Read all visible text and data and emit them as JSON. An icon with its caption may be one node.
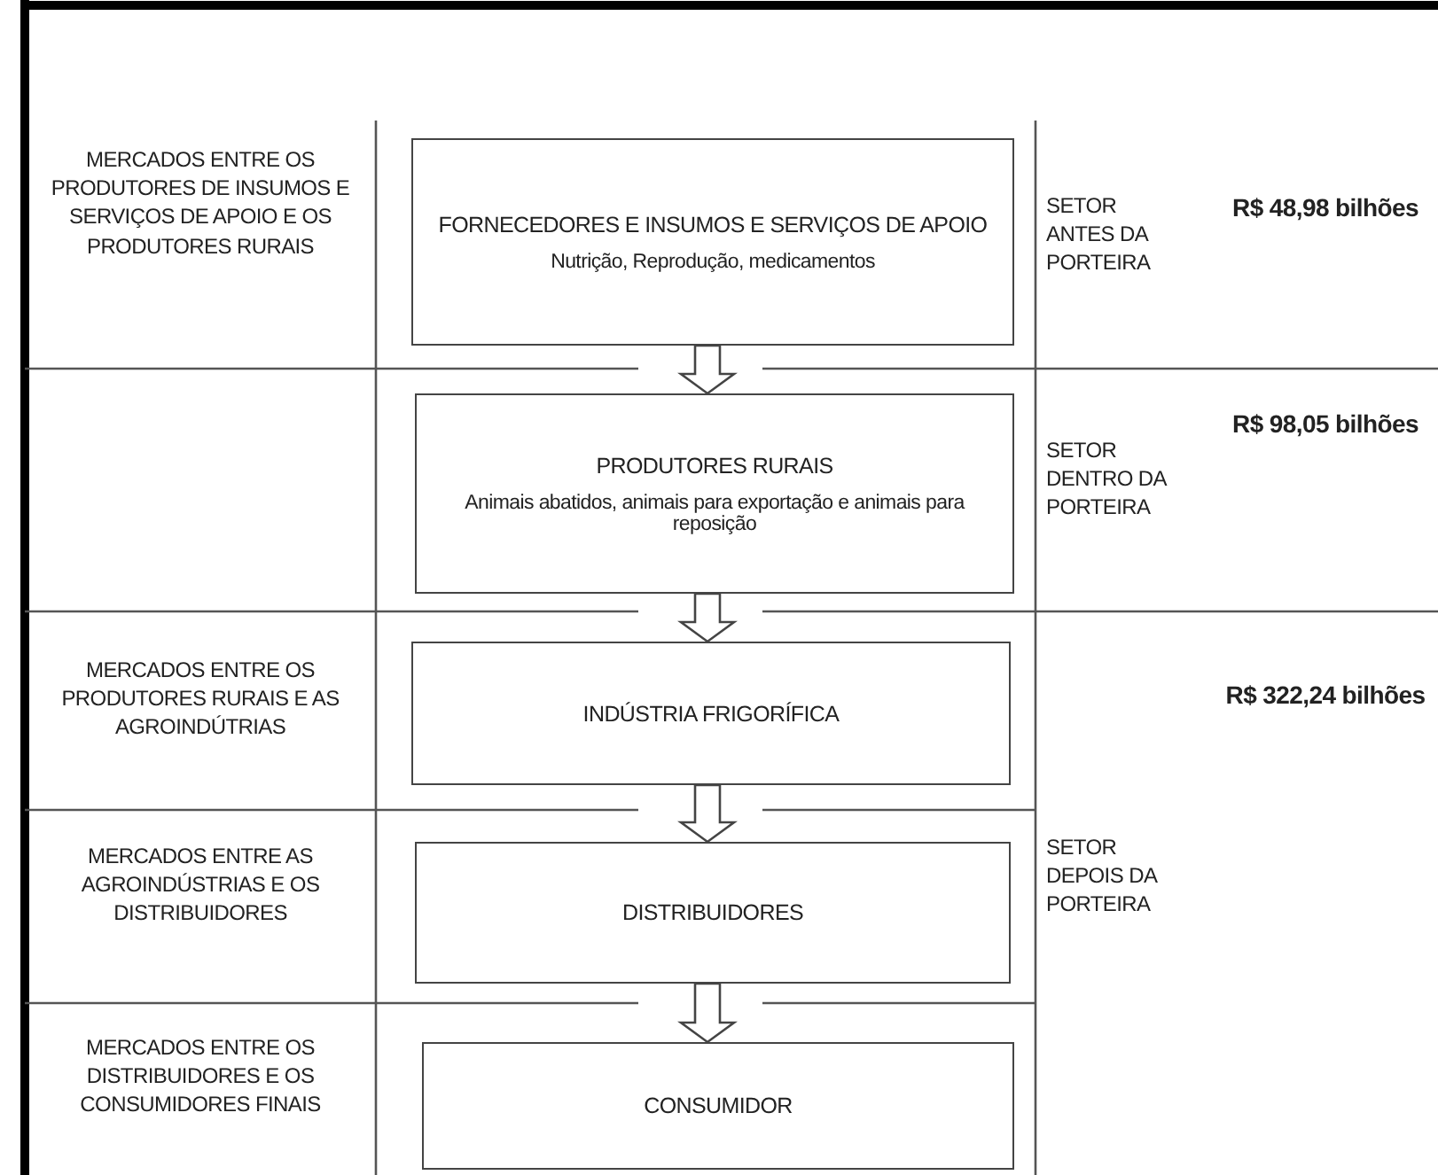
{
  "diagram": {
    "nodes": [
      {
        "text": [
          "FORNECEDORES E INSUMOS E SERVIÇOS DE APOIO",
          "Nutrição, Reprodução, medicamentos"
        ]
      },
      {
        "text": [
          "PRODUTORES RURAIS",
          "Animais abatidos, animais para exportação e animais para reposição"
        ]
      },
      {
        "text": [
          "INDÚSTRIA FRIGORÍFICA"
        ]
      },
      {
        "text": [
          "DISTRIBUIDORES"
        ]
      },
      {
        "text": [
          "CONSUMIDOR"
        ]
      }
    ],
    "edges": [
      {
        "from": 0,
        "to": 1,
        "arrow": "to"
      },
      {
        "from": 1,
        "to": 2,
        "arrow": "to"
      },
      {
        "from": 2,
        "to": 3,
        "arrow": "to"
      },
      {
        "from": 3,
        "to": 4,
        "arrow": "to"
      }
    ],
    "labels": [
      "MERCADOS ENTRE OS PRODUTORES DE INSUMOS E SERVIÇOS DE APOIO E OS PRODUTORES RURAIS",
      "SETOR ANTES DA PORTEIRA",
      "R$ 48,98 bilhões",
      "SETOR DENTRO DA PORTEIRA",
      "R$ 98,05 bilhões",
      "MERCADOS ENTRE OS PRODUTORES RURAIS E AS AGROINDÚTRIAS",
      "R$ 322,24 bilhões",
      "MERCADOS ENTRE AS AGROINDÚSTRIAS E OS DISTRIBUIDORES",
      "SETOR DEPOIS DA PORTEIRA",
      "MERCADOS ENTRE OS DISTRIBUIDORES E OS CONSUMIDORES FINAIS"
    ]
  }
}
